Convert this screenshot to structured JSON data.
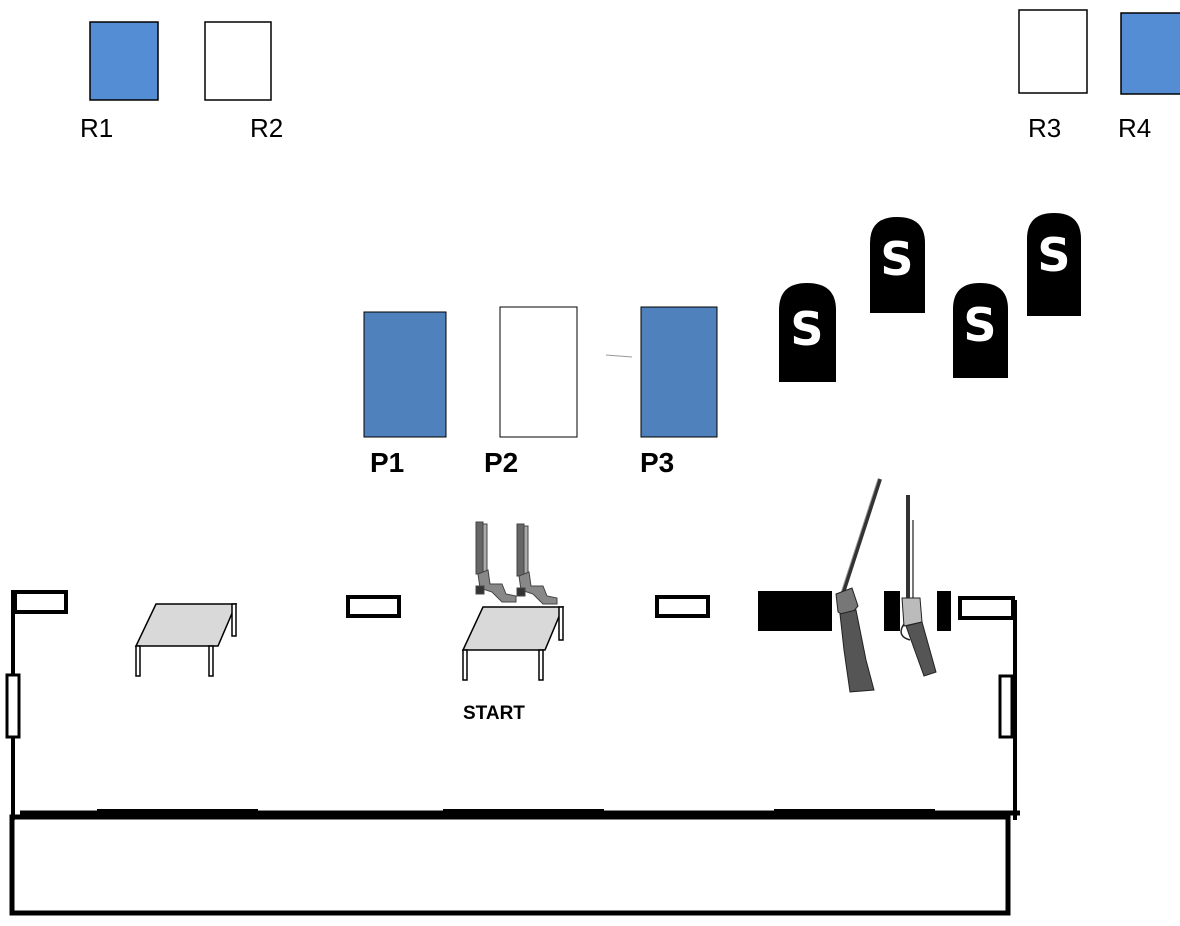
{
  "colors": {
    "blue_target": "#548DD4",
    "blue_target_dark": "#4F81BD",
    "table_fill": "#D9D9D9",
    "ink": "#000000",
    "paper": "#FFFFFF"
  },
  "rifle_targets": [
    {
      "label": "R1",
      "filled": true
    },
    {
      "label": "R2",
      "filled": false
    },
    {
      "label": "R3",
      "filled": false
    },
    {
      "label": "R4",
      "filled": true
    }
  ],
  "pistol_targets": [
    {
      "label": "P1",
      "filled": true
    },
    {
      "label": "P2",
      "filled": false
    },
    {
      "label": "P3",
      "filled": true
    }
  ],
  "shotgun_targets": [
    {
      "label": "S"
    },
    {
      "label": "S"
    },
    {
      "label": "S"
    },
    {
      "label": "S"
    }
  ],
  "start_label": "START",
  "icons": {
    "pistols": "two-pistols-icon",
    "shotgun": "shotgun-icon",
    "rifle": "lever-action-rifle-icon",
    "table": "table-icon"
  }
}
